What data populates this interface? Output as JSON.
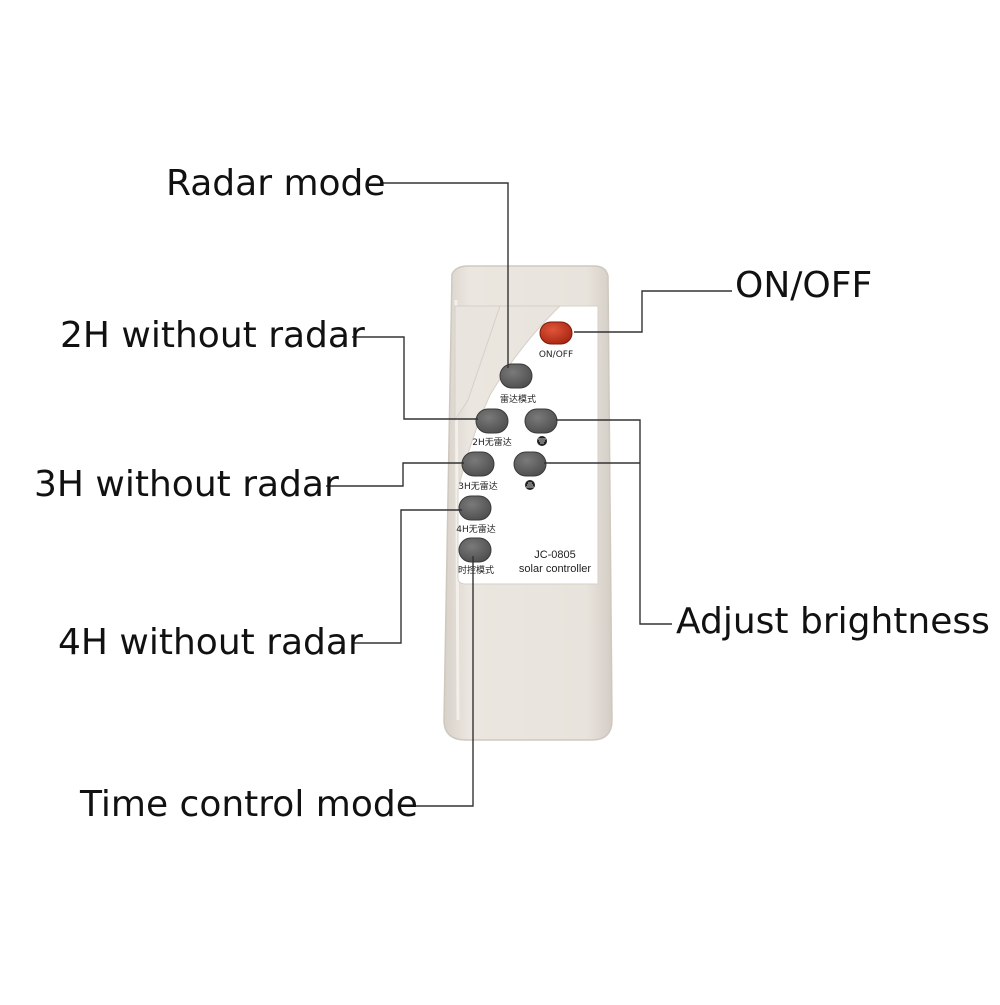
{
  "callouts": {
    "radar_mode": "Radar mode",
    "on_off": "ON/OFF",
    "two_h": "2H without radar",
    "three_h": "3H without radar",
    "four_h": "4H without radar",
    "time_control": "Time control mode",
    "adjust_brightness": "Adjust brightness"
  },
  "remote": {
    "button_labels": {
      "on_off": "ON/OFF",
      "radar_mode": "雷达模式",
      "two_h": "2H无雷达",
      "three_h": "3H无雷达",
      "four_h": "4H无雷达",
      "time_control": "时控模式"
    },
    "model": "JC-0805",
    "product": "solar controller",
    "colors": {
      "body": "#e6e1da",
      "panel": "#ffffff",
      "button": "#5f5f5f",
      "power_button": "#c8361e"
    }
  }
}
